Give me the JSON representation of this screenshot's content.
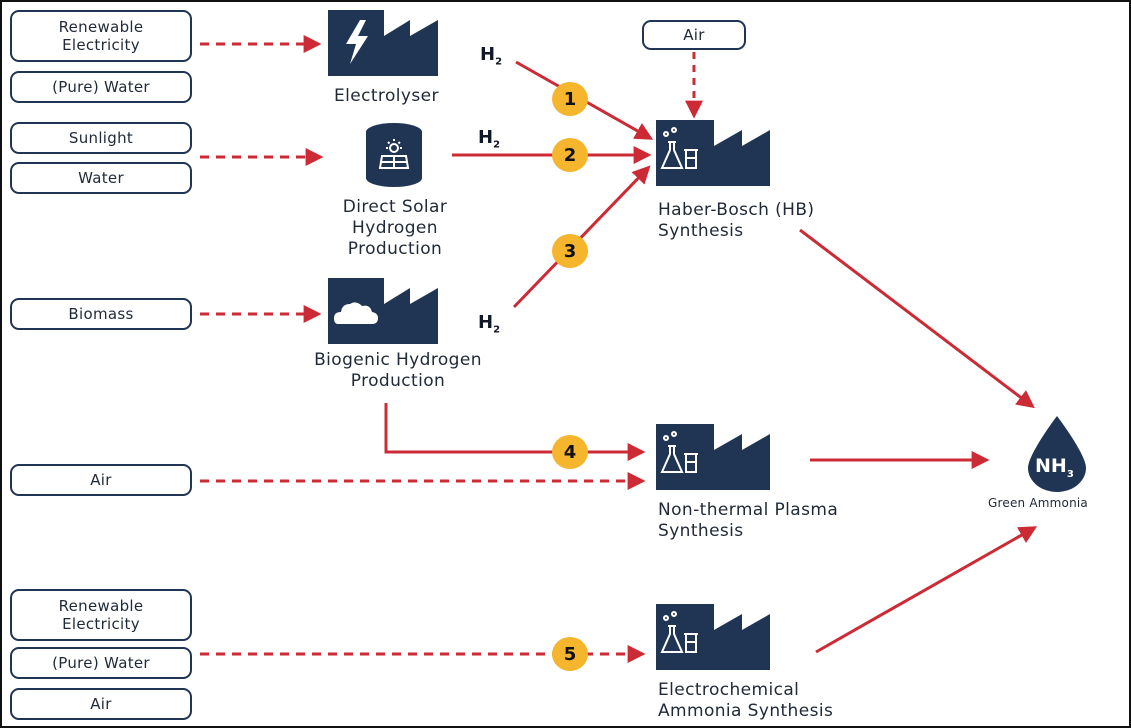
{
  "inputs": {
    "renewable_electricity_1": "Renewable\nElectricity",
    "pure_water_1": "(Pure) Water",
    "sunlight": "Sunlight",
    "water": "Water",
    "biomass": "Biomass",
    "air_top": "Air",
    "air_mid": "Air",
    "renewable_electricity_2": "Renewable\nElectricity",
    "pure_water_2": "(Pure) Water",
    "air_bottom": "Air"
  },
  "processes": {
    "electrolyser": "Electrolyser",
    "direct_solar": "Direct Solar\nHydrogen\nProduction",
    "biogenic": "Biogenic Hydrogen\nProduction",
    "haber_bosch": "Haber-Bosch (HB)\nSynthesis",
    "plasma": "Non-thermal Plasma\nSynthesis",
    "electrochemical": "Electrochemical\nAmmonia Synthesis"
  },
  "h2_label": {
    "main": "H",
    "sub": "2"
  },
  "pathways": [
    "1",
    "2",
    "3",
    "4",
    "5"
  ],
  "product": {
    "formula_main": "NH",
    "formula_sub": "3",
    "label": "Green Ammonia"
  },
  "colors": {
    "arrow": "#cc2b35",
    "navy": "#1f3553",
    "badge": "#f5b52d",
    "box_border": "#1f3553"
  },
  "icons": [
    "lightning-icon",
    "solar-panel-icon",
    "cloud-icon",
    "flask-icon",
    "water-drop-icon"
  ]
}
